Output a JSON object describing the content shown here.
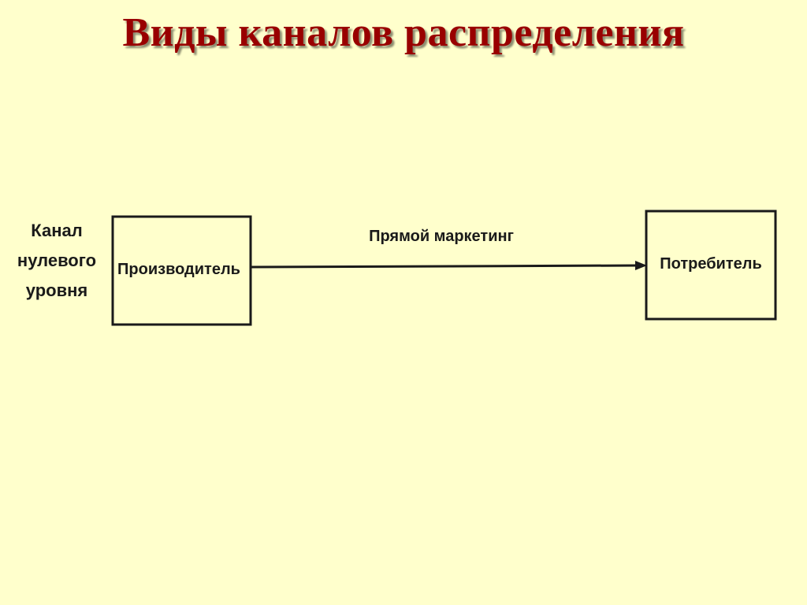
{
  "title": "Виды каналов распределения",
  "diagram": {
    "channel_label": [
      "Канал",
      "нулевого",
      "уровня"
    ],
    "producer": "Производитель",
    "consumer": "Потребитель",
    "arrow_label": "Прямой маркетинг"
  },
  "colors": {
    "background": "#ffffcc",
    "title": "#990000",
    "lines": "#1a1a1a"
  }
}
